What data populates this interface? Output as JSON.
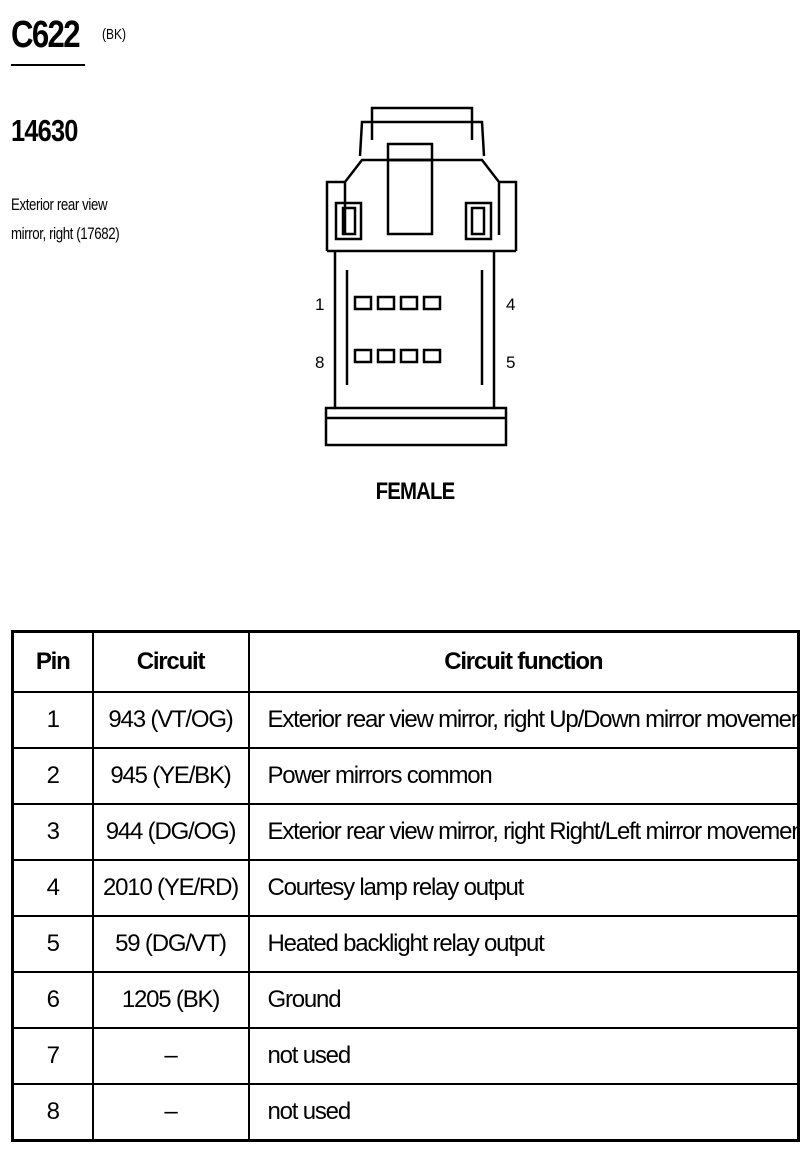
{
  "connector": {
    "id": "C622",
    "color_code": "(BK)",
    "part_number": "14630",
    "description_lines": [
      "Exterior rear view",
      "mirror, right (17682)"
    ],
    "gender": "FEMALE",
    "pin_labels": {
      "top_left": "1",
      "top_right": "4",
      "bottom_left": "8",
      "bottom_right": "5"
    }
  },
  "table": {
    "headers": {
      "pin": "Pin",
      "circuit": "Circuit",
      "function": "Circuit function"
    },
    "rows": [
      {
        "pin": "1",
        "circuit": "943 (VT/OG)",
        "function": "Exterior rear view mirror, right  Up/Down mirror movement"
      },
      {
        "pin": "2",
        "circuit": "945 (YE/BK)",
        "function": "Power mirrors common"
      },
      {
        "pin": "3",
        "circuit": "944 (DG/OG)",
        "function": "Exterior rear view mirror, right  Right/Left mirror movement"
      },
      {
        "pin": "4",
        "circuit": "2010 (YE/RD)",
        "function": "Courtesy lamp relay output"
      },
      {
        "pin": "5",
        "circuit": "59 (DG/VT)",
        "function": "Heated backlight relay output"
      },
      {
        "pin": "6",
        "circuit": "1205 (BK)",
        "function": "Ground"
      },
      {
        "pin": "7",
        "circuit": "–",
        "function": "not used"
      },
      {
        "pin": "8",
        "circuit": "–",
        "function": "not used"
      }
    ]
  }
}
